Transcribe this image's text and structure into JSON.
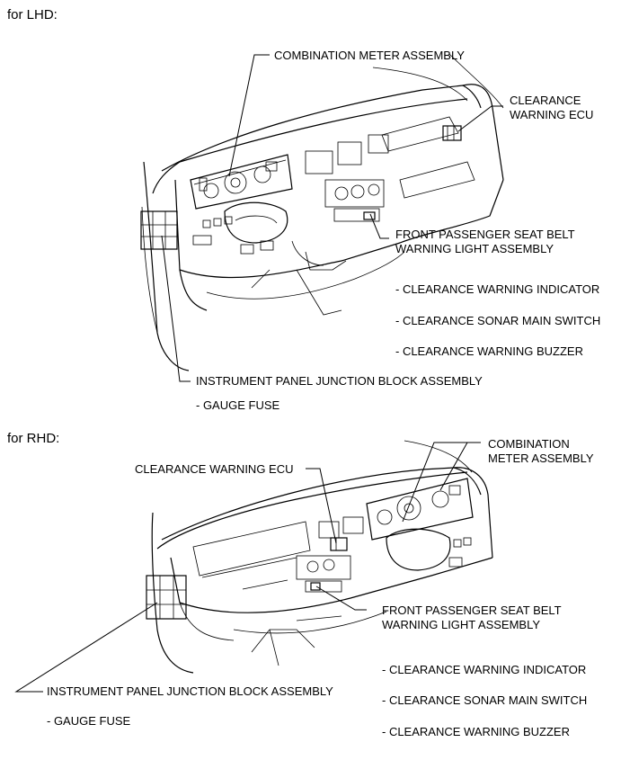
{
  "lhd": {
    "heading": "for LHD:",
    "combination_meter": "COMBINATION METER ASSEMBLY",
    "clearance_ecu": [
      "CLEARANCE",
      "WARNING ECU"
    ],
    "front_passenger": [
      "FRONT PASSENGER SEAT BELT",
      "WARNING LIGHT ASSEMBLY"
    ],
    "sub_items": [
      "- CLEARANCE WARNING INDICATOR",
      "- CLEARANCE SONAR MAIN SWITCH",
      "- CLEARANCE WARNING BUZZER"
    ],
    "junction_block": "INSTRUMENT PANEL JUNCTION BLOCK ASSEMBLY",
    "gauge_fuse": "- GAUGE FUSE"
  },
  "rhd": {
    "heading": "for RHD:",
    "combination_meter": [
      "COMBINATION",
      "METER ASSEMBLY"
    ],
    "clearance_ecu": "CLEARANCE WARNING ECU",
    "front_passenger": [
      "FRONT PASSENGER SEAT BELT",
      "WARNING LIGHT ASSEMBLY"
    ],
    "sub_items": [
      "- CLEARANCE WARNING INDICATOR",
      "- CLEARANCE SONAR MAIN SWITCH",
      "- CLEARANCE WARNING BUZZER"
    ],
    "junction_block": "INSTRUMENT PANEL JUNCTION BLOCK ASSEMBLY",
    "gauge_fuse": "- GAUGE FUSE"
  }
}
